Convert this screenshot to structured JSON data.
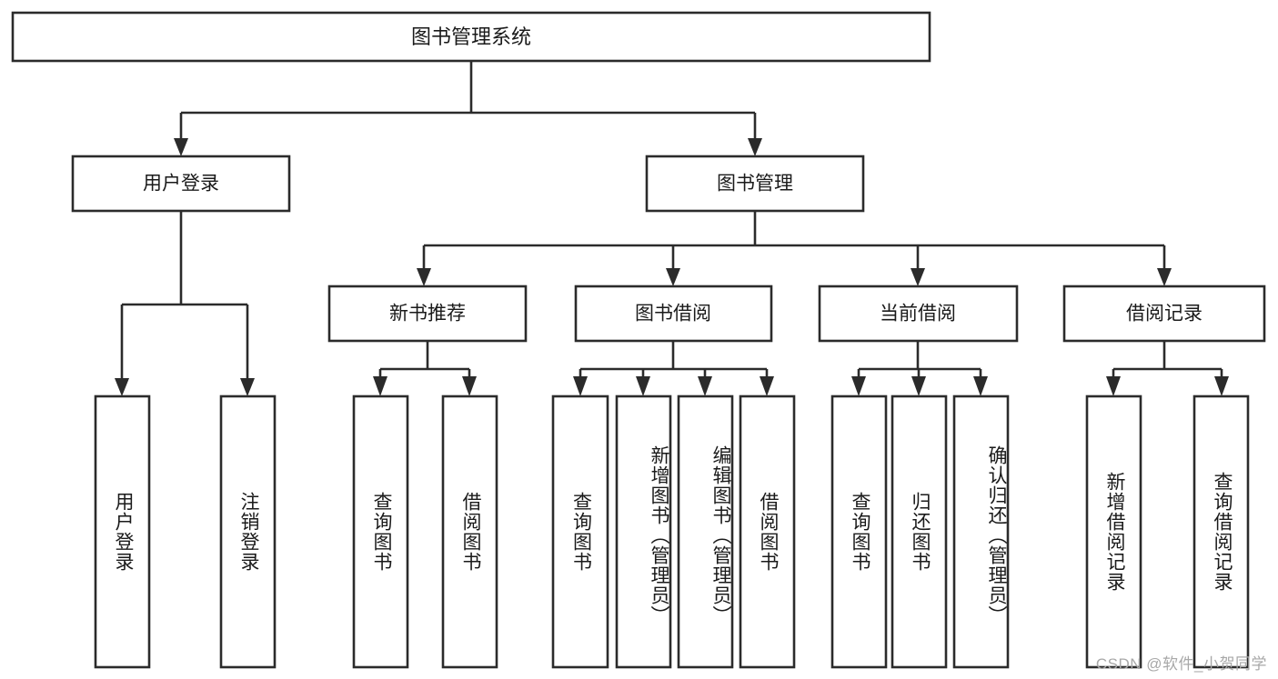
{
  "diagram": {
    "title": "图书管理系统",
    "watermark": "CSDN @软件_小贺同学",
    "colors": {
      "stroke": "#2b2b2b",
      "fill": "#ffffff",
      "text": "#1a1a1a",
      "watermark": "#a8a8a8"
    }
  },
  "chart_data": {
    "type": "tree",
    "title": "图书管理系统",
    "orientation": "top-down",
    "nodes": [
      {
        "id": "root",
        "label": "图书管理系统",
        "level": 0,
        "parent": null,
        "orient": "horizontal"
      },
      {
        "id": "login",
        "label": "用户登录",
        "level": 1,
        "parent": "root",
        "orient": "horizontal"
      },
      {
        "id": "bookmgmt",
        "label": "图书管理",
        "level": 1,
        "parent": "root",
        "orient": "horizontal"
      },
      {
        "id": "login-user",
        "label": "用户登录",
        "level": 2,
        "parent": "login",
        "orient": "vertical"
      },
      {
        "id": "login-logout",
        "label": "注销登录",
        "level": 2,
        "parent": "login",
        "orient": "vertical"
      },
      {
        "id": "newbook",
        "label": "新书推荐",
        "level": 2,
        "parent": "bookmgmt",
        "orient": "horizontal"
      },
      {
        "id": "borrow",
        "label": "图书借阅",
        "level": 2,
        "parent": "bookmgmt",
        "orient": "horizontal"
      },
      {
        "id": "current",
        "label": "当前借阅",
        "level": 2,
        "parent": "bookmgmt",
        "orient": "horizontal"
      },
      {
        "id": "records",
        "label": "借阅记录",
        "level": 2,
        "parent": "bookmgmt",
        "orient": "horizontal"
      },
      {
        "id": "newbook-query",
        "label": "查询图书",
        "level": 3,
        "parent": "newbook",
        "orient": "vertical"
      },
      {
        "id": "newbook-borrow",
        "label": "借阅图书",
        "level": 3,
        "parent": "newbook",
        "orient": "vertical"
      },
      {
        "id": "borrow-query",
        "label": "查询图书",
        "level": 3,
        "parent": "borrow",
        "orient": "vertical"
      },
      {
        "id": "borrow-add",
        "label": "新增图书（管理员）",
        "level": 3,
        "parent": "borrow",
        "orient": "vertical"
      },
      {
        "id": "borrow-edit",
        "label": "编辑图书（管理员）",
        "level": 3,
        "parent": "borrow",
        "orient": "vertical"
      },
      {
        "id": "borrow-lend",
        "label": "借阅图书",
        "level": 3,
        "parent": "borrow",
        "orient": "vertical"
      },
      {
        "id": "current-query",
        "label": "查询图书",
        "level": 3,
        "parent": "current",
        "orient": "vertical"
      },
      {
        "id": "current-return",
        "label": "归还图书",
        "level": 3,
        "parent": "current",
        "orient": "vertical"
      },
      {
        "id": "current-confirm",
        "label": "确认归还（管理员）",
        "level": 3,
        "parent": "current",
        "orient": "vertical"
      },
      {
        "id": "records-add",
        "label": "新增借阅记录",
        "level": 3,
        "parent": "records",
        "orient": "vertical"
      },
      {
        "id": "records-query",
        "label": "查询借阅记录",
        "level": 3,
        "parent": "records",
        "orient": "vertical"
      }
    ],
    "edges": [
      {
        "from": "root",
        "to": "login"
      },
      {
        "from": "root",
        "to": "bookmgmt"
      },
      {
        "from": "login",
        "to": "login-user"
      },
      {
        "from": "login",
        "to": "login-logout"
      },
      {
        "from": "bookmgmt",
        "to": "newbook"
      },
      {
        "from": "bookmgmt",
        "to": "borrow"
      },
      {
        "from": "bookmgmt",
        "to": "current"
      },
      {
        "from": "bookmgmt",
        "to": "records"
      },
      {
        "from": "newbook",
        "to": "newbook-query"
      },
      {
        "from": "newbook",
        "to": "newbook-borrow"
      },
      {
        "from": "borrow",
        "to": "borrow-query"
      },
      {
        "from": "borrow",
        "to": "borrow-add"
      },
      {
        "from": "borrow",
        "to": "borrow-edit"
      },
      {
        "from": "borrow",
        "to": "borrow-lend"
      },
      {
        "from": "current",
        "to": "current-query"
      },
      {
        "from": "current",
        "to": "current-return"
      },
      {
        "from": "current",
        "to": "current-confirm"
      },
      {
        "from": "records",
        "to": "records-add"
      },
      {
        "from": "records",
        "to": "records-query"
      }
    ]
  },
  "labels": {
    "root": "图书管理系统",
    "login": "用户登录",
    "bookmgmt": "图书管理",
    "login_user": "用户登录",
    "login_logout": "注销登录",
    "newbook": "新书推荐",
    "borrow": "图书借阅",
    "current": "当前借阅",
    "records": "借阅记录",
    "newbook_query": "查询图书",
    "newbook_borrow": "借阅图书",
    "borrow_query": "查询图书",
    "borrow_add": "新增图书（管理员）",
    "borrow_edit": "编辑图书（管理员）",
    "borrow_lend": "借阅图书",
    "current_query": "查询图书",
    "current_return": "归还图书",
    "current_confirm": "确认归还（管理员）",
    "records_add": "新增借阅记录",
    "records_query": "查询借阅记录"
  }
}
